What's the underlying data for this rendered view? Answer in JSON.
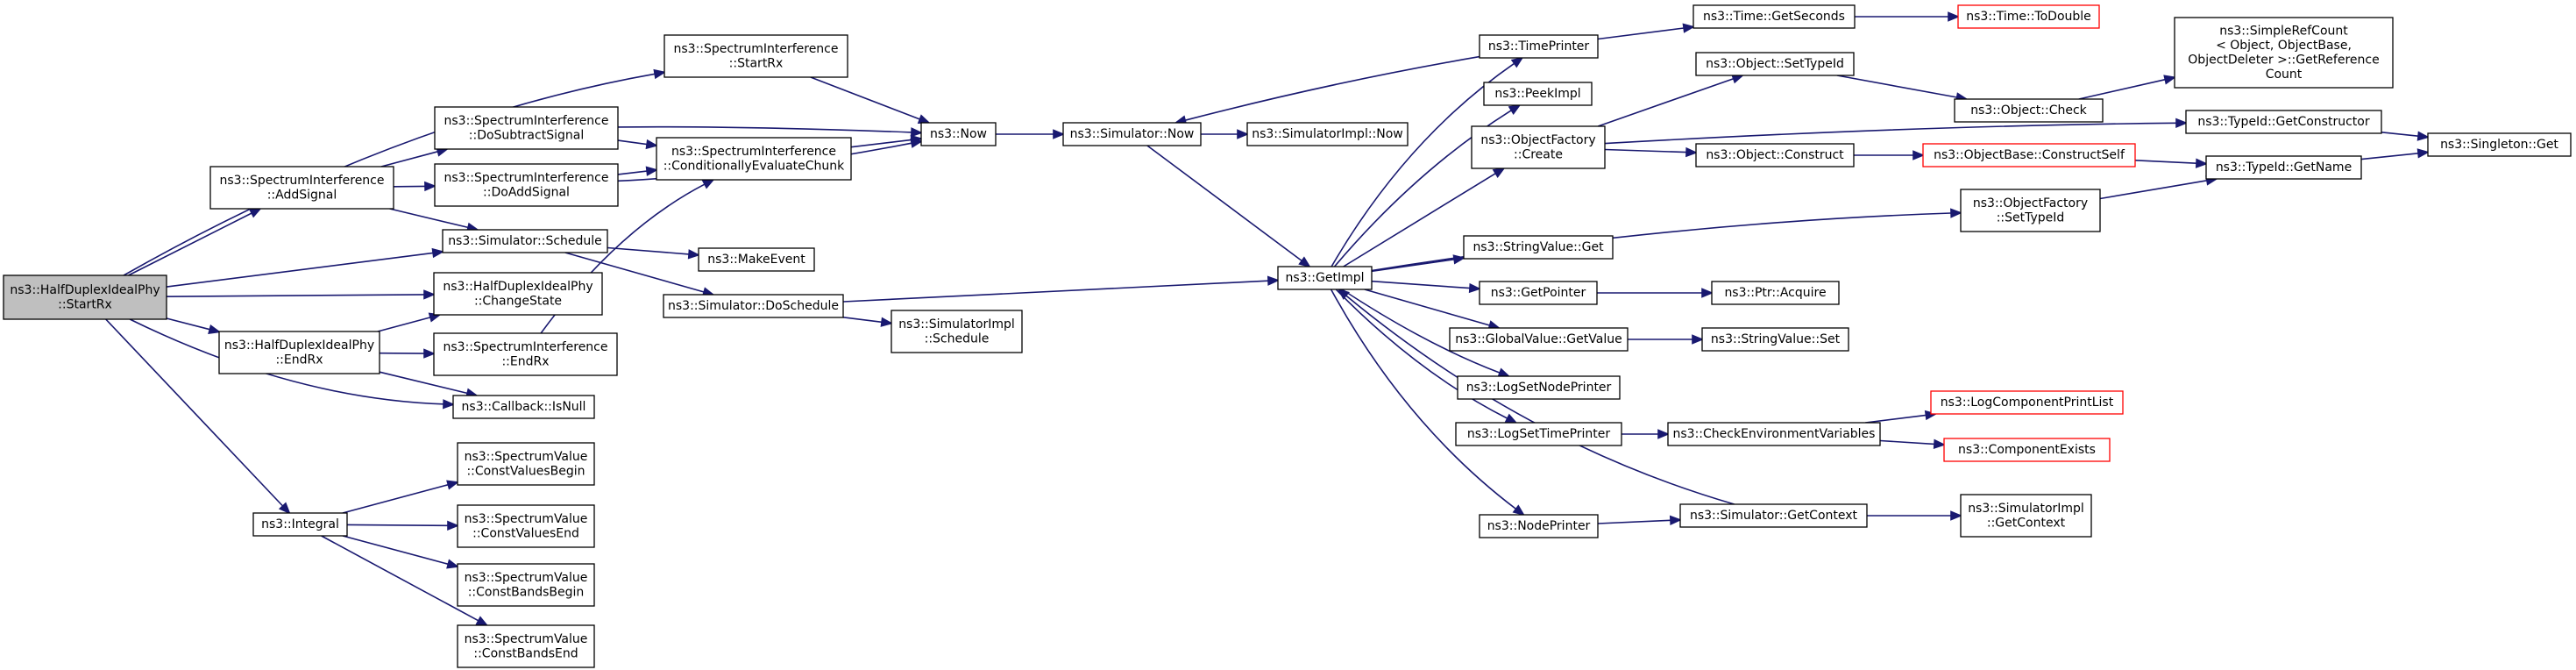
{
  "colors": {
    "edge": "#191970",
    "node_border": "#000000",
    "node_fill": "#ffffff",
    "focus_fill": "#bfbfbf",
    "external_border": "#ff0000"
  },
  "nodes": [
    {
      "id": "startrx",
      "lines": [
        "ns3::HalfDuplexIdealPhy",
        "::StartRx"
      ],
      "style": "focus"
    },
    {
      "id": "addsignal",
      "lines": [
        "ns3::SpectrumInterference",
        "::AddSignal"
      ]
    },
    {
      "id": "si_startrx",
      "lines": [
        "ns3::SpectrumInterference",
        "::StartRx"
      ]
    },
    {
      "id": "dosubtract",
      "lines": [
        "ns3::SpectrumInterference",
        "::DoSubtractSignal"
      ]
    },
    {
      "id": "doaddsignal",
      "lines": [
        "ns3::SpectrumInterference",
        "::DoAddSignal"
      ]
    },
    {
      "id": "condeval",
      "lines": [
        "ns3::SpectrumInterference",
        "::ConditionallyEvaluateChunk"
      ]
    },
    {
      "id": "now",
      "lines": [
        "ns3::Now"
      ]
    },
    {
      "id": "simnow",
      "lines": [
        "ns3::Simulator::Now"
      ]
    },
    {
      "id": "simimplnow",
      "lines": [
        "ns3::SimulatorImpl::Now"
      ]
    },
    {
      "id": "schedule",
      "lines": [
        "ns3::Simulator::Schedule"
      ]
    },
    {
      "id": "makeevent",
      "lines": [
        "ns3::MakeEvent"
      ]
    },
    {
      "id": "doschedule",
      "lines": [
        "ns3::Simulator::DoSchedule"
      ]
    },
    {
      "id": "simimplschedule",
      "lines": [
        "ns3::SimulatorImpl",
        "::Schedule"
      ]
    },
    {
      "id": "changestate",
      "lines": [
        "ns3::HalfDuplexIdealPhy",
        "::ChangeState"
      ]
    },
    {
      "id": "endrx",
      "lines": [
        "ns3::HalfDuplexIdealPhy",
        "::EndRx"
      ]
    },
    {
      "id": "si_endrx",
      "lines": [
        "ns3::SpectrumInterference",
        "::EndRx"
      ]
    },
    {
      "id": "isnull",
      "lines": [
        "ns3::Callback::IsNull"
      ]
    },
    {
      "id": "integral",
      "lines": [
        "ns3::Integral"
      ]
    },
    {
      "id": "cvb",
      "lines": [
        "ns3::SpectrumValue",
        "::ConstValuesBegin"
      ]
    },
    {
      "id": "cve",
      "lines": [
        "ns3::SpectrumValue",
        "::ConstValuesEnd"
      ]
    },
    {
      "id": "cbb",
      "lines": [
        "ns3::SpectrumValue",
        "::ConstBandsBegin"
      ]
    },
    {
      "id": "cbe",
      "lines": [
        "ns3::SpectrumValue",
        "::ConstBandsEnd"
      ]
    },
    {
      "id": "getimpl",
      "lines": [
        "ns3::GetImpl"
      ]
    },
    {
      "id": "timeprinter",
      "lines": [
        "ns3::TimePrinter"
      ]
    },
    {
      "id": "peekimpl",
      "lines": [
        "ns3::PeekImpl"
      ]
    },
    {
      "id": "ofcreate",
      "lines": [
        "ns3::ObjectFactory",
        "::Create"
      ]
    },
    {
      "id": "svget",
      "lines": [
        "ns3::StringValue::Get"
      ]
    },
    {
      "id": "getpointer",
      "lines": [
        "ns3::GetPointer"
      ]
    },
    {
      "id": "gvgetvalue",
      "lines": [
        "ns3::GlobalValue::GetValue"
      ]
    },
    {
      "id": "lognode",
      "lines": [
        "ns3::LogSetNodePrinter"
      ]
    },
    {
      "id": "logtime",
      "lines": [
        "ns3::LogSetTimePrinter"
      ]
    },
    {
      "id": "nodeprinter",
      "lines": [
        "ns3::NodePrinter"
      ]
    },
    {
      "id": "getseconds",
      "lines": [
        "ns3::Time::GetSeconds"
      ]
    },
    {
      "id": "todouble",
      "lines": [
        "ns3::Time::ToDouble"
      ],
      "style": "external"
    },
    {
      "id": "settypeid_obj",
      "lines": [
        "ns3::Object::SetTypeId"
      ]
    },
    {
      "id": "objcheck",
      "lines": [
        "ns3::Object::Check"
      ]
    },
    {
      "id": "simplerefcount",
      "lines": [
        "ns3::SimpleRefCount",
        "< Object, ObjectBase,",
        "ObjectDeleter >::GetReference",
        "Count"
      ]
    },
    {
      "id": "getconstructor",
      "lines": [
        "ns3::TypeId::GetConstructor"
      ]
    },
    {
      "id": "singleton",
      "lines": [
        "ns3::Singleton::Get"
      ]
    },
    {
      "id": "objconstruct",
      "lines": [
        "ns3::Object::Construct"
      ]
    },
    {
      "id": "constructself",
      "lines": [
        "ns3::ObjectBase::ConstructSelf"
      ],
      "style": "external"
    },
    {
      "id": "getname",
      "lines": [
        "ns3::TypeId::GetName"
      ]
    },
    {
      "id": "ofsettypeid",
      "lines": [
        "ns3::ObjectFactory",
        "::SetTypeId"
      ]
    },
    {
      "id": "ptracquire",
      "lines": [
        "ns3::Ptr::Acquire"
      ]
    },
    {
      "id": "svset",
      "lines": [
        "ns3::StringValue::Set"
      ]
    },
    {
      "id": "checkenv",
      "lines": [
        "ns3::CheckEnvironmentVariables"
      ]
    },
    {
      "id": "logcomplist",
      "lines": [
        "ns3::LogComponentPrintList"
      ],
      "style": "external"
    },
    {
      "id": "compexists",
      "lines": [
        "ns3::ComponentExists"
      ],
      "style": "external"
    },
    {
      "id": "simgetcontext",
      "lines": [
        "ns3::Simulator::GetContext"
      ]
    },
    {
      "id": "simimplgetcontext",
      "lines": [
        "ns3::SimulatorImpl",
        "::GetContext"
      ]
    }
  ],
  "edges": [
    [
      "startrx",
      "si_startrx"
    ],
    [
      "startrx",
      "addsignal"
    ],
    [
      "startrx",
      "schedule"
    ],
    [
      "startrx",
      "changestate"
    ],
    [
      "startrx",
      "endrx"
    ],
    [
      "startrx",
      "isnull"
    ],
    [
      "startrx",
      "integral"
    ],
    [
      "addsignal",
      "dosubtract"
    ],
    [
      "addsignal",
      "doaddsignal"
    ],
    [
      "addsignal",
      "schedule"
    ],
    [
      "si_startrx",
      "now"
    ],
    [
      "dosubtract",
      "now"
    ],
    [
      "dosubtract",
      "condeval"
    ],
    [
      "doaddsignal",
      "condeval"
    ],
    [
      "doaddsignal",
      "now"
    ],
    [
      "condeval",
      "now"
    ],
    [
      "now",
      "simnow"
    ],
    [
      "simnow",
      "simimplnow"
    ],
    [
      "simnow",
      "getimpl"
    ],
    [
      "schedule",
      "makeevent"
    ],
    [
      "schedule",
      "doschedule"
    ],
    [
      "doschedule",
      "getimpl"
    ],
    [
      "doschedule",
      "simimplschedule"
    ],
    [
      "endrx",
      "changestate"
    ],
    [
      "endrx",
      "si_endrx"
    ],
    [
      "endrx",
      "isnull"
    ],
    [
      "si_endrx",
      "condeval"
    ],
    [
      "integral",
      "cvb"
    ],
    [
      "integral",
      "cve"
    ],
    [
      "integral",
      "cbb"
    ],
    [
      "integral",
      "cbe"
    ],
    [
      "getimpl",
      "timeprinter"
    ],
    [
      "getimpl",
      "peekimpl"
    ],
    [
      "getimpl",
      "ofcreate"
    ],
    [
      "getimpl",
      "ofsettypeid"
    ],
    [
      "getimpl",
      "svget"
    ],
    [
      "getimpl",
      "getpointer"
    ],
    [
      "getimpl",
      "gvgetvalue"
    ],
    [
      "getimpl",
      "lognode"
    ],
    [
      "getimpl",
      "logtime"
    ],
    [
      "getimpl",
      "nodeprinter"
    ],
    [
      "timeprinter",
      "simnow"
    ],
    [
      "timeprinter",
      "getseconds"
    ],
    [
      "getseconds",
      "todouble"
    ],
    [
      "ofcreate",
      "settypeid_obj"
    ],
    [
      "ofcreate",
      "getconstructor"
    ],
    [
      "ofcreate",
      "objconstruct"
    ],
    [
      "settypeid_obj",
      "objcheck"
    ],
    [
      "objcheck",
      "simplerefcount"
    ],
    [
      "getconstructor",
      "singleton"
    ],
    [
      "objconstruct",
      "constructself"
    ],
    [
      "constructself",
      "getname"
    ],
    [
      "getname",
      "singleton"
    ],
    [
      "ofsettypeid",
      "getname"
    ],
    [
      "getpointer",
      "ptracquire"
    ],
    [
      "gvgetvalue",
      "svset"
    ],
    [
      "logtime",
      "checkenv"
    ],
    [
      "checkenv",
      "logcomplist"
    ],
    [
      "checkenv",
      "compexists"
    ],
    [
      "nodeprinter",
      "simgetcontext"
    ],
    [
      "simgetcontext",
      "getimpl"
    ],
    [
      "simgetcontext",
      "simimplgetcontext"
    ]
  ]
}
